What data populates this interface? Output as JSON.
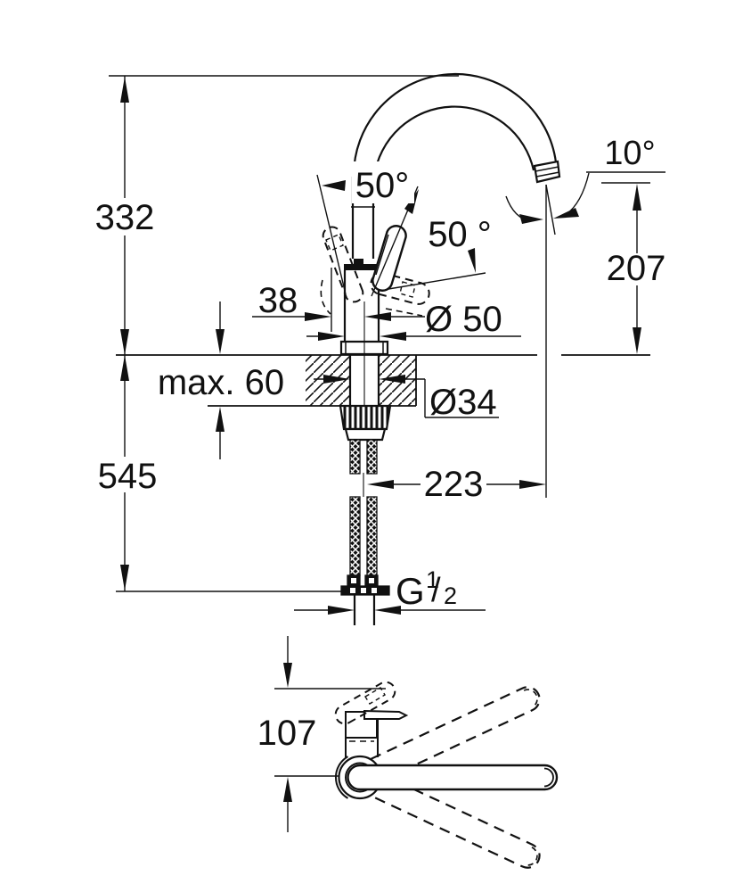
{
  "page": {
    "background": "#ffffff",
    "line_color": "#111111"
  },
  "drawing": {
    "type": "faucet-installation-dimension-drawing",
    "labels": {
      "overall_height": "332",
      "handle_swing_left": "50°",
      "handle_swing_right": "50 °",
      "spray_angle": "10°",
      "spout_outlet_height": "207",
      "handle_offset": "38",
      "body_diameter": "Ø 50",
      "deck_thickness": "max. 60",
      "hole_diameter": "Ø34",
      "hose_drop": "545",
      "spout_reach": "223",
      "thread_g": "G",
      "thread_num": "1",
      "thread_slash": "/",
      "thread_den": "2",
      "plan_offset": "107"
    }
  }
}
